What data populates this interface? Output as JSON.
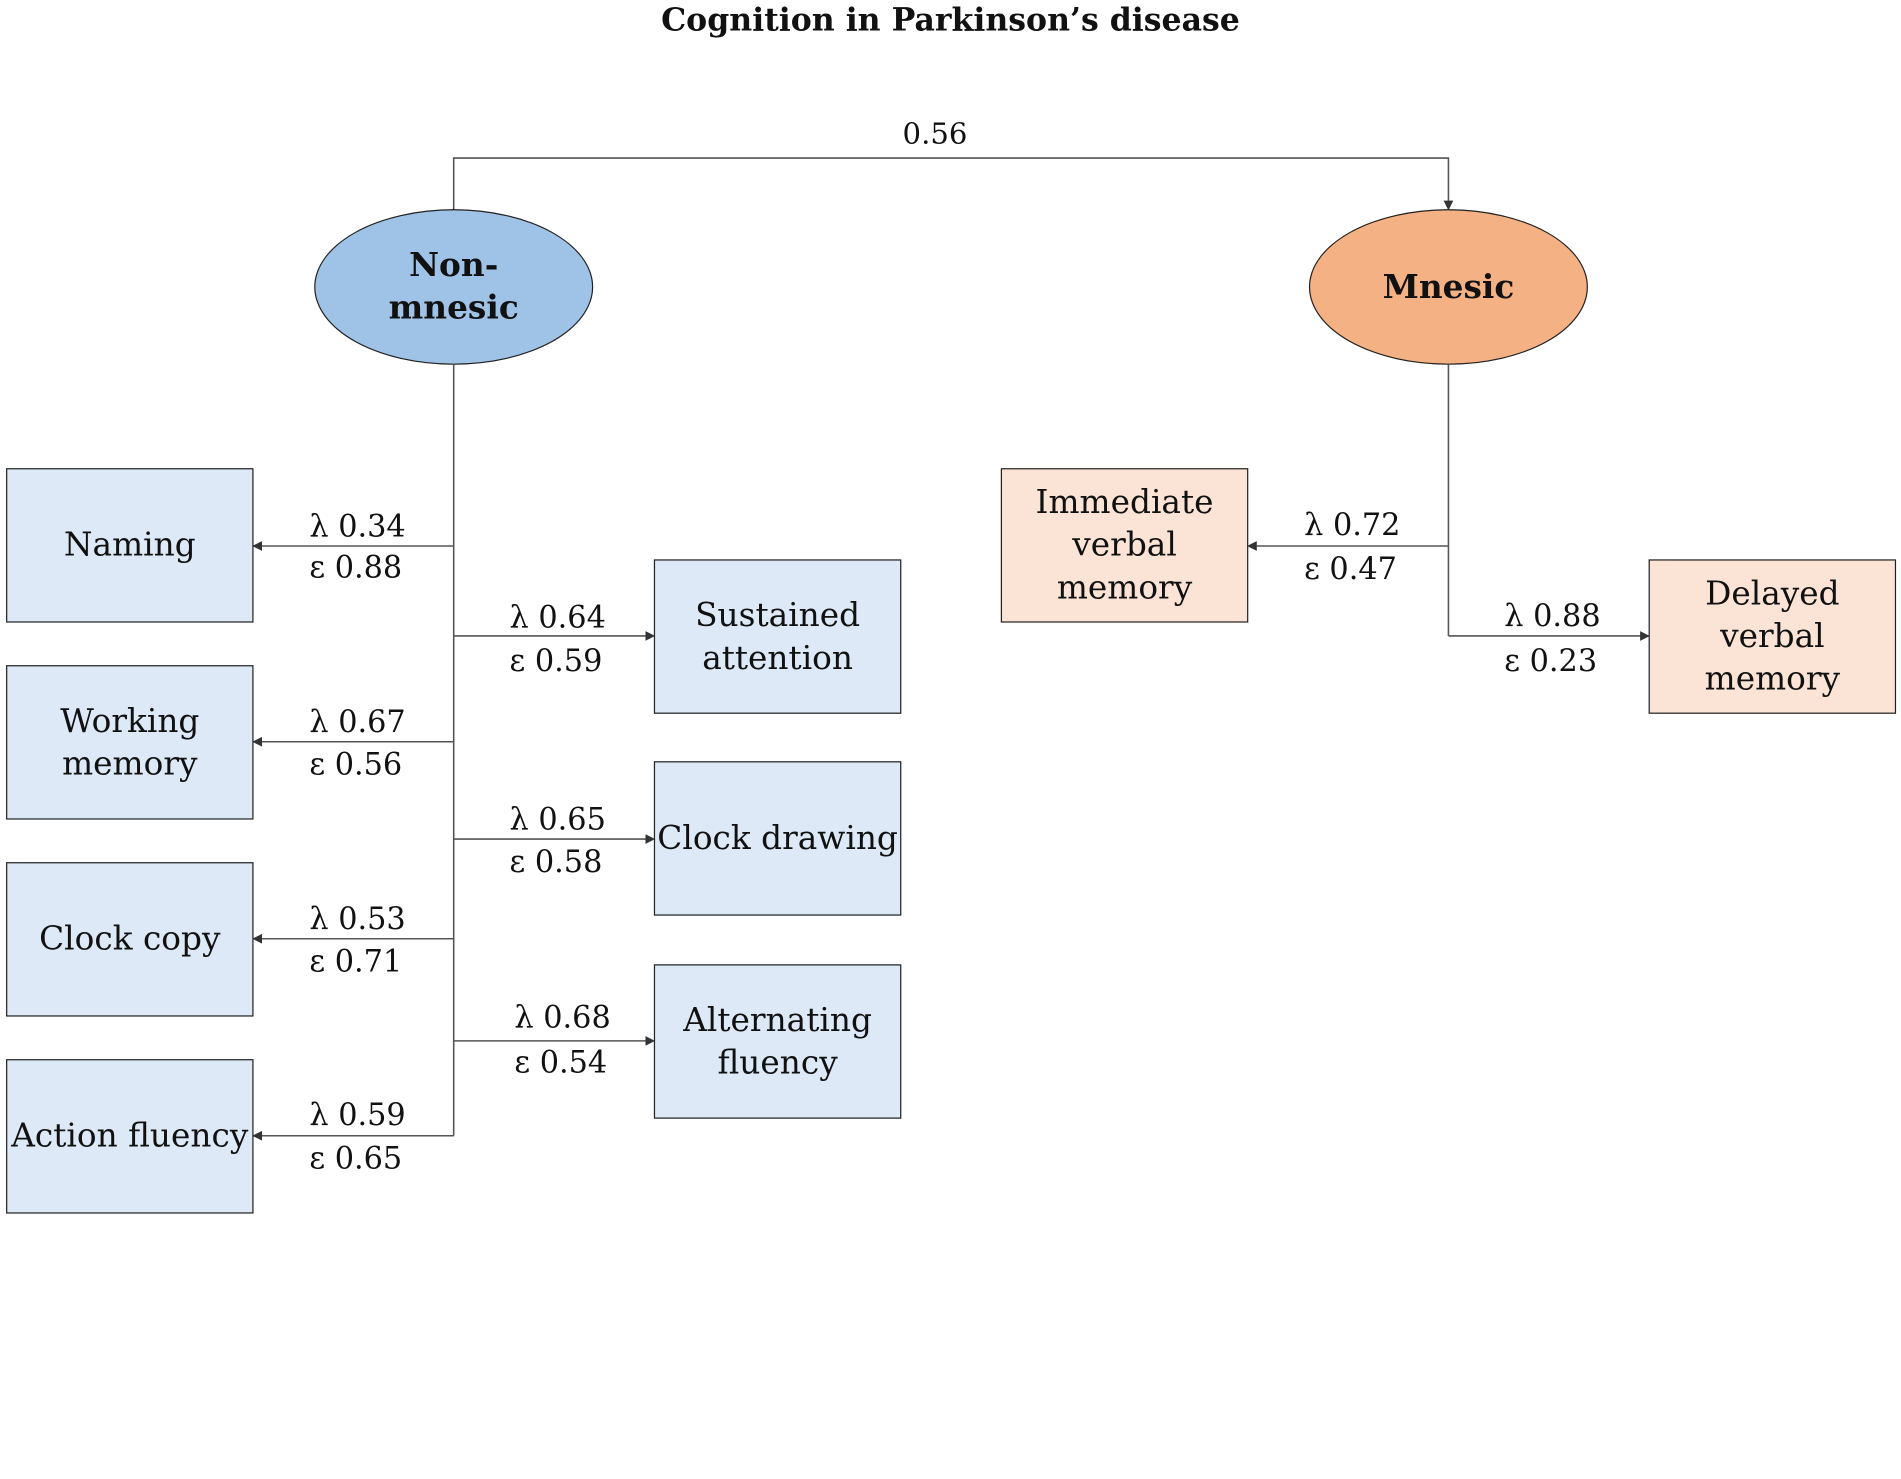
{
  "title": "Cognition in Parkinson’s disease",
  "correlation": "0.56",
  "factors": {
    "nonmnesic": {
      "line1": "Non-",
      "line2": "mnesic",
      "color": "#9fc3e7"
    },
    "mnesic": {
      "label": "Mnesic",
      "color": "#f4b183"
    }
  },
  "indicators": {
    "naming": {
      "label": "Naming",
      "lambda": "λ 0.34",
      "epsilon": "ε 0.88"
    },
    "working_memory": {
      "line1": "Working",
      "line2": "memory",
      "lambda": "λ 0.67",
      "epsilon": "ε 0.56"
    },
    "clock_copy": {
      "label": "Clock copy",
      "lambda": "λ 0.53",
      "epsilon": "ε 0.71"
    },
    "action_fluency": {
      "label": "Action fluency",
      "lambda": "λ 0.59",
      "epsilon": "ε 0.65"
    },
    "sustained_attention": {
      "line1": "Sustained",
      "line2": "attention",
      "lambda": "λ 0.64",
      "epsilon": "ε 0.59"
    },
    "clock_drawing": {
      "label": "Clock drawing",
      "lambda": "λ 0.65",
      "epsilon": "ε 0.58"
    },
    "alternating_fluency": {
      "line1": "Alternating",
      "line2": "fluency",
      "lambda": "λ 0.68",
      "epsilon": "ε 0.54"
    },
    "immediate_verbal_memory": {
      "line1": "Immediate",
      "line2": "verbal memory",
      "lambda": "λ 0.72",
      "epsilon": "ε 0.47"
    },
    "delayed_verbal_memory": {
      "line1": "Delayed verbal",
      "line2": "memory",
      "lambda": "λ 0.88",
      "epsilon": "ε 0.23"
    }
  },
  "colors": {
    "blue_box": "#dde9f6",
    "orange_box": "#fbe4d6",
    "line": "#555555"
  }
}
